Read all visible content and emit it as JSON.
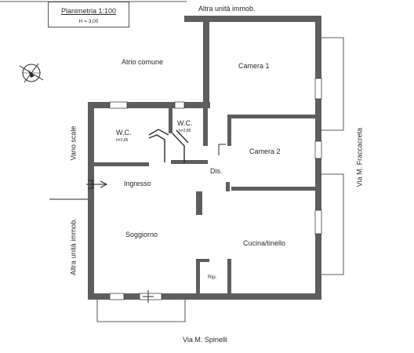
{
  "header": {
    "title": "Planimetria 1:100",
    "height_note": "H = 3,00"
  },
  "labels": {
    "top_neighbor": "Altra unità immob.",
    "atrio": "Atrio comune",
    "camera1": "Camera 1",
    "camera2": "Camera 2",
    "wc1": "W.C.",
    "wc1_h": "h=2,85",
    "wc2": "W.C.",
    "wc2_h": "h=2,85",
    "dis": "Dis.",
    "ingresso": "Ingresso",
    "soggiorno": "Soggiorno",
    "cucina": "Cucina/tinello",
    "rip": "Rip.",
    "vano_scale": "Vano scale",
    "left_neighbor": "Altra unità immob.",
    "right_street": "Via M. Fraccacreta",
    "bottom_street": "Via M. Spinelli"
  },
  "colors": {
    "wall": "#5e5e5e",
    "line": "#2a2a2a"
  },
  "icons": {
    "compass": "north-arrow-icon"
  }
}
